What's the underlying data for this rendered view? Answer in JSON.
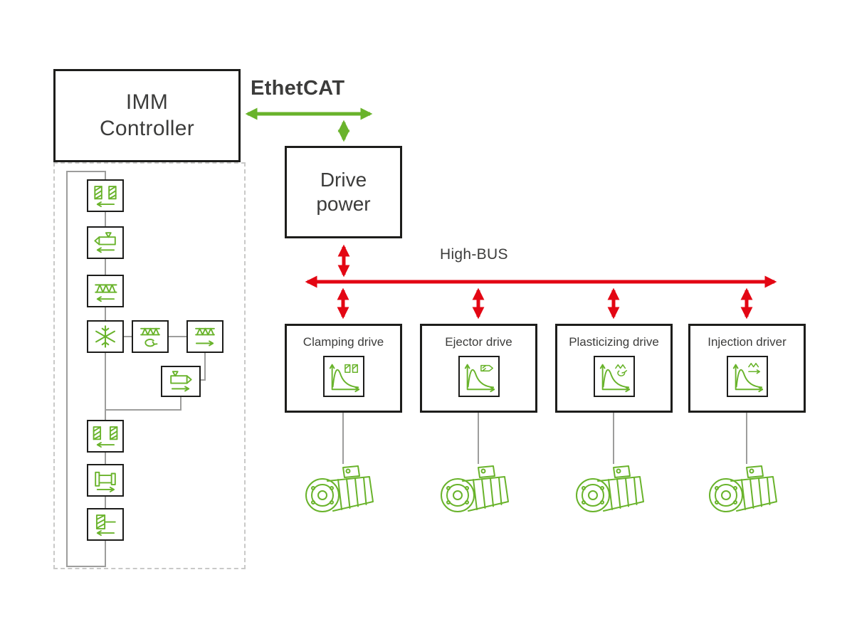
{
  "colors": {
    "green": "#69b32b",
    "red": "#e30613",
    "gray": "#9d9d9c",
    "dark": "#3c3c3b"
  },
  "nodes": {
    "imm_controller": {
      "line1": "IMM",
      "line2": "Controller"
    },
    "drive_power": {
      "line1": "Drive",
      "line2": "power"
    }
  },
  "buses": {
    "ethercat": {
      "label": "EthetCAT"
    },
    "high_bus": {
      "label": "High-BUS"
    }
  },
  "drives": [
    {
      "label": "Clamping drive",
      "icon": "clamping-profile-icon"
    },
    {
      "label": "Ejector drive",
      "icon": "ejector-profile-icon"
    },
    {
      "label": "Plasticizing drive",
      "icon": "plasticizing-profile-icon"
    },
    {
      "label": "Injection driver",
      "icon": "injection-profile-icon"
    }
  ],
  "process_steps": [
    {
      "icon": "mold-close-icon"
    },
    {
      "icon": "injection-unit-forward-icon"
    },
    {
      "icon": "screw-inject-icon"
    },
    {
      "icon": "cooling-snowflake-icon"
    },
    {
      "icon": "screw-rotate-icon"
    },
    {
      "icon": "screw-decompress-icon"
    },
    {
      "icon": "injection-unit-back-icon"
    },
    {
      "icon": "mold-open-icon"
    },
    {
      "icon": "ejector-icon"
    },
    {
      "icon": "mold-reset-icon"
    }
  ],
  "motors": {
    "icon": "servo-motor-icon",
    "count": 4
  }
}
